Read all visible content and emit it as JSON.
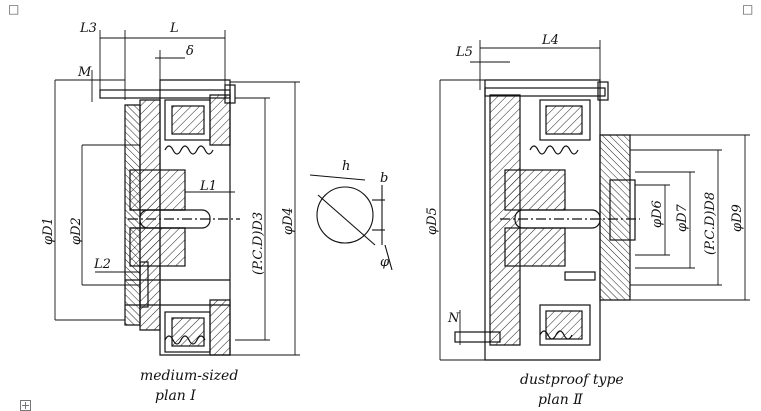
{
  "plan1": {
    "dims": {
      "L3": "L3",
      "L": "L",
      "delta": "δ",
      "M": "M",
      "L1": "L1",
      "L2": "L2",
      "D1": "φD1",
      "D2": "φD2",
      "D3": "(P.C.D)D3",
      "D4": "φD4"
    },
    "caption_line1": "medium-sized",
    "caption_line2": "plan Ⅰ"
  },
  "keyway": {
    "h": "h",
    "b": "b",
    "phi": "φ"
  },
  "plan2": {
    "dims": {
      "L5": "L5",
      "L4": "L4",
      "N": "N",
      "D5": "φD5",
      "D6": "φD6",
      "D7": "φD7",
      "D8": "(P.C.D)D8",
      "D9": "φD9"
    },
    "caption_line1": "dustproof type",
    "caption_line2": "plan Ⅱ"
  },
  "ui": {
    "corner_mark": "□",
    "expand_icon": "plus-square-icon"
  }
}
